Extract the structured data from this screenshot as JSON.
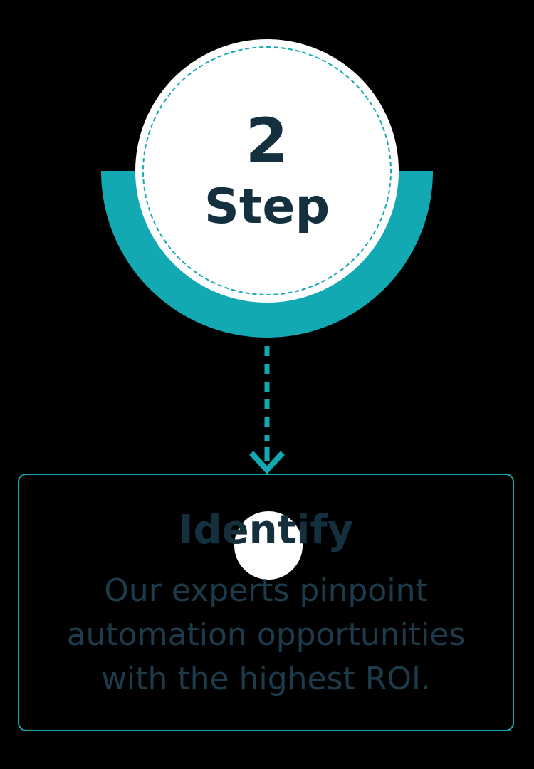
{
  "step_badge": {
    "number": "2",
    "label": "Step"
  },
  "card": {
    "title": "Identify",
    "description_lines": [
      "Our experts pinpoint",
      "automation opportunities",
      "with the highest ROI."
    ]
  },
  "icons": {
    "down_arrow": "dashed-down-arrow-icon"
  },
  "colors": {
    "teal_accent": "#12A9B2",
    "heading_text": "#14303E",
    "body_text": "#1D3B4B",
    "badge_fill": "#FFFFFF",
    "background": "#000000"
  }
}
